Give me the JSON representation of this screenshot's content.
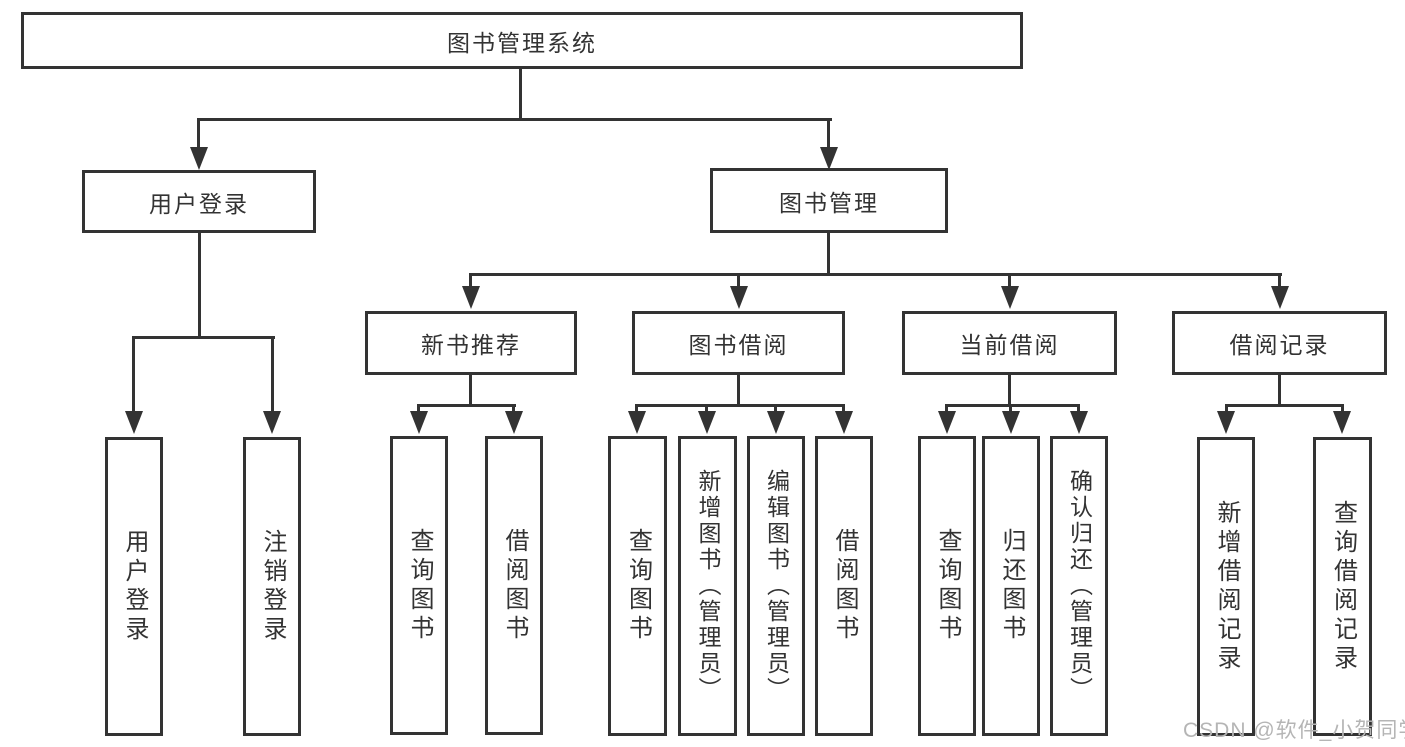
{
  "theme": {
    "bg": "#ffffff",
    "line": "#333333",
    "text": "#333333",
    "box-bg": "#ffffff",
    "watermark": "#b5b5b5"
  },
  "diagram_type": "hierarchy-tree",
  "tree": {
    "root": {
      "label": "图书管理系统"
    },
    "level2": [
      {
        "label": "用户登录",
        "children": [
          "用户登录",
          "注销登录"
        ]
      },
      {
        "label": "图书管理"
      }
    ],
    "level3": [
      {
        "label": "新书推荐",
        "parent": "图书管理",
        "children": [
          "查询图书",
          "借阅图书"
        ]
      },
      {
        "label": "图书借阅",
        "parent": "图书管理",
        "children": [
          "查询图书",
          "新增图书（管理员）",
          "编辑图书（管理员）",
          "借阅图书"
        ]
      },
      {
        "label": "当前借阅",
        "parent": "图书管理",
        "children": [
          "查询图书",
          "归还图书",
          "确认归还（管理员）"
        ]
      },
      {
        "label": "借阅记录",
        "parent": "图书管理",
        "children": [
          "新增借阅记录",
          "查询借阅记录"
        ]
      }
    ]
  },
  "watermark": {
    "text": "CSDN @软件_小贺同学"
  }
}
